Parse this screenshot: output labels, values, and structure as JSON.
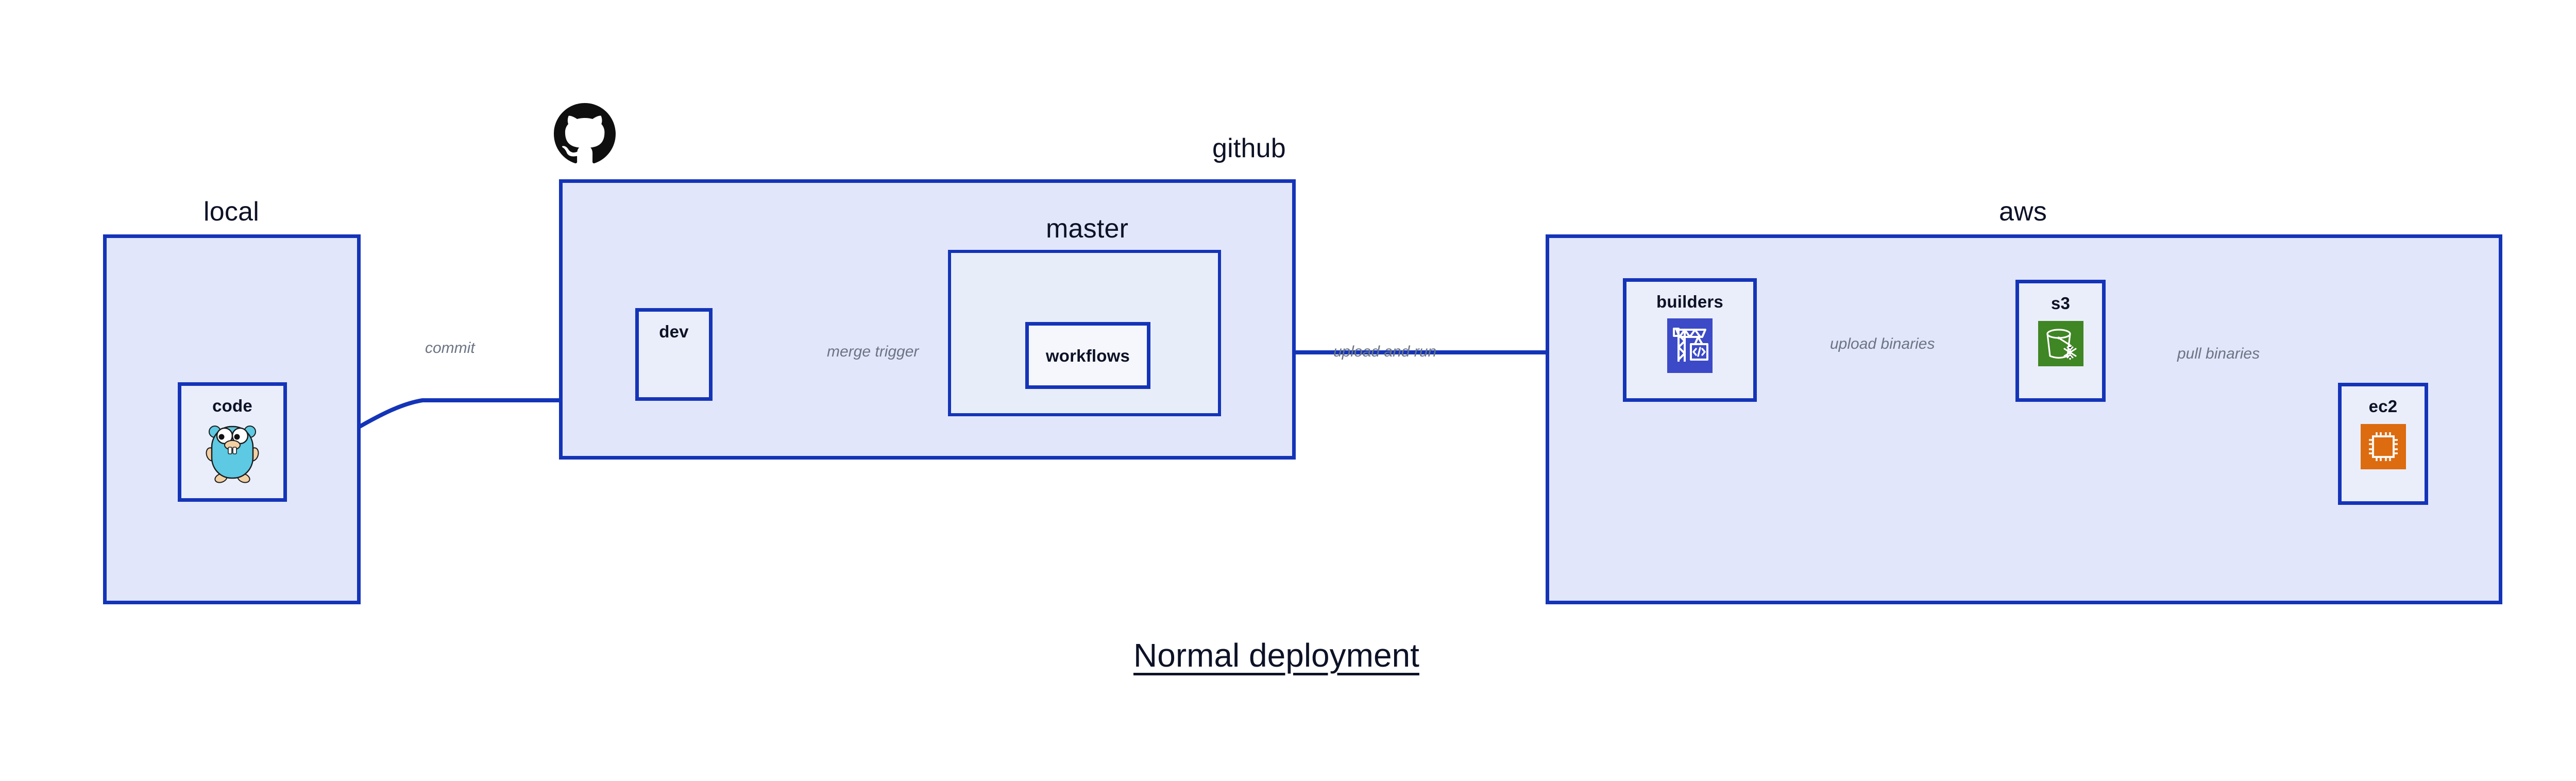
{
  "diagram": {
    "title": "Normal deployment",
    "stroke_color": "#1434b8",
    "group_fill": "#e1e6fa",
    "node_fill": "#eaeefb",
    "label_color": "#0d1226",
    "edge_label_color": "#6c7483"
  },
  "groups": [
    {
      "id": "local",
      "label": "local"
    },
    {
      "id": "github",
      "label": "github"
    },
    {
      "id": "master",
      "label": "master"
    },
    {
      "id": "aws",
      "label": "aws"
    }
  ],
  "nodes": [
    {
      "id": "code",
      "label": "code",
      "icon": "go-gopher-icon"
    },
    {
      "id": "dev",
      "label": "dev",
      "icon": ""
    },
    {
      "id": "workflows",
      "label": "workflows",
      "icon": ""
    },
    {
      "id": "builders",
      "label": "builders",
      "icon": "aws-codebuild-icon",
      "icon_color": "#3c4ac8"
    },
    {
      "id": "s3",
      "label": "s3",
      "icon": "aws-s3-glacier-icon",
      "icon_color": "#3f8624"
    },
    {
      "id": "ec2",
      "label": "ec2",
      "icon": "aws-ec2-icon",
      "icon_color": "#dd6b10"
    }
  ],
  "edges": [
    {
      "id": "commit",
      "from": "code",
      "to": "dev",
      "label": "commit"
    },
    {
      "id": "merge-trigger",
      "from": "dev",
      "to": "workflows",
      "label": "merge trigger"
    },
    {
      "id": "upload-and-run",
      "from": "workflows",
      "to": "builders",
      "label": "upload and run"
    },
    {
      "id": "upload-binaries",
      "from": "builders",
      "to": "s3",
      "label": "upload binaries"
    },
    {
      "id": "pull-binaries",
      "from": "s3",
      "to": "ec2",
      "label": "pull binaries"
    }
  ],
  "brand_icons": [
    {
      "id": "github-octocat",
      "name": "github-octocat-icon",
      "color": "#0f0f0f"
    }
  ]
}
